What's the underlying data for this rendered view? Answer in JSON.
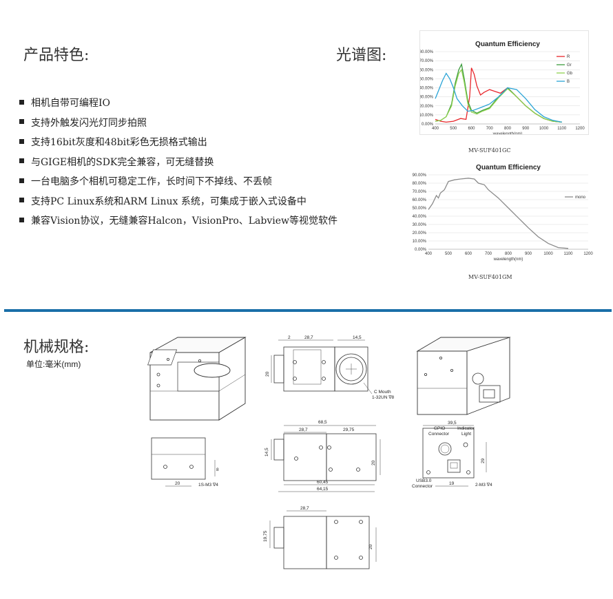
{
  "features": {
    "title": "产品特色:",
    "items": [
      "相机自带可编程IO",
      "支持外触发闪光灯同步拍照",
      "支持16bit灰度和48bit彩色无损格式输出",
      "与GIGE相机的SDK完全兼容，可无缝替换",
      "一台电脑多个相机可稳定工作，长时间下不掉线、不丢帧",
      "支持PC Linux系统和ARM Linux 系统，可集成于嵌入式设备中",
      "兼容Vision协议，无缝兼容Halcon，VisionPro、Labview等视觉软件"
    ]
  },
  "spectrum": {
    "title": "光谱图:"
  },
  "chart_data": [
    {
      "type": "line",
      "title": "Quantum Efficiency",
      "xlabel": "wavelength(nm)",
      "ylabel": "",
      "xlim": [
        400,
        1200
      ],
      "ylim": [
        0,
        80
      ],
      "x_ticks": [
        "400",
        "500",
        "600",
        "700",
        "800",
        "900",
        "1000",
        "1100",
        "1200"
      ],
      "y_ticks": [
        "0.00%",
        "10.00%",
        "20.00%",
        "30.00%",
        "40.00%",
        "50.00%",
        "60.00%",
        "70.00%",
        "80.00%"
      ],
      "legend_position": "right",
      "series": [
        {
          "name": "R",
          "color": "#e8262b",
          "x": [
            400,
            430,
            460,
            500,
            540,
            570,
            590,
            600,
            615,
            630,
            650,
            670,
            700,
            730,
            760,
            800,
            850,
            900,
            950,
            1000,
            1050,
            1100
          ],
          "y": [
            5,
            3,
            2,
            3,
            6,
            5,
            30,
            62,
            55,
            42,
            32,
            35,
            38,
            36,
            34,
            40,
            30,
            20,
            12,
            6,
            3,
            2
          ]
        },
        {
          "name": "Gr",
          "color": "#3a9b3c",
          "x": [
            400,
            430,
            460,
            490,
            510,
            530,
            545,
            560,
            580,
            600,
            630,
            660,
            700,
            750,
            800,
            850,
            900,
            950,
            1000,
            1050,
            1100
          ],
          "y": [
            3,
            4,
            8,
            22,
            45,
            60,
            66,
            50,
            25,
            15,
            12,
            15,
            18,
            30,
            40,
            30,
            20,
            12,
            6,
            3,
            2
          ]
        },
        {
          "name": "Gb",
          "color": "#8fd14f",
          "x": [
            400,
            430,
            460,
            490,
            510,
            530,
            545,
            560,
            580,
            600,
            630,
            660,
            700,
            750,
            800,
            850,
            900,
            950,
            1000,
            1050,
            1100
          ],
          "y": [
            3,
            4,
            8,
            20,
            42,
            56,
            60,
            46,
            22,
            13,
            11,
            14,
            17,
            29,
            39,
            30,
            20,
            12,
            6,
            3,
            2
          ]
        },
        {
          "name": "B",
          "color": "#29a3d6",
          "x": [
            400,
            420,
            440,
            460,
            480,
            500,
            520,
            550,
            580,
            610,
            650,
            700,
            750,
            800,
            850,
            900,
            950,
            1000,
            1050,
            1100
          ],
          "y": [
            28,
            38,
            48,
            56,
            50,
            40,
            28,
            20,
            14,
            15,
            18,
            22,
            30,
            40,
            38,
            28,
            16,
            8,
            4,
            2
          ]
        }
      ]
    },
    {
      "type": "line",
      "title": "Quantum Efficiency",
      "xlabel": "wavelength(nm)",
      "ylabel": "",
      "xlim": [
        400,
        1200
      ],
      "ylim": [
        0,
        90
      ],
      "x_ticks": [
        "400",
        "500",
        "600",
        "700",
        "800",
        "900",
        "1000",
        "1100",
        "1200"
      ],
      "y_ticks": [
        "0.00%",
        "10.00%",
        "20.00%",
        "30.00%",
        "40.00%",
        "50.00%",
        "60.00%",
        "70.00%",
        "80.00%",
        "90.00%"
      ],
      "legend_position": "right",
      "series": [
        {
          "name": "mono",
          "color": "#8a8a8a",
          "x": [
            400,
            420,
            440,
            450,
            460,
            480,
            500,
            530,
            560,
            600,
            630,
            650,
            680,
            700,
            750,
            800,
            850,
            900,
            950,
            1000,
            1050,
            1100
          ],
          "y": [
            48,
            55,
            65,
            62,
            68,
            72,
            82,
            84,
            85,
            86,
            85,
            80,
            78,
            72,
            62,
            50,
            38,
            26,
            15,
            7,
            2,
            1
          ]
        }
      ]
    }
  ],
  "models": {
    "color_model": "MV-SUF401GC",
    "mono_model": "MV-SUF401GM"
  },
  "mech": {
    "title": "机械规格:",
    "unit": "单位:毫米(mm)"
  },
  "dims": {
    "top_2": "2",
    "top_287": "28,7",
    "top_145": "14,5",
    "top_20": "20",
    "cmouth": "C Mouth",
    "cmouth_thread": "1-32UN ∇8",
    "mid_685": "68,5",
    "mid_287": "28,7",
    "mid_2975": "29,75",
    "mid_145": "14,5",
    "mid_20": "20",
    "mid_6045": "60,45",
    "mid_6415": "64,15",
    "bottom_view_20": "20",
    "bottom_view_8": "8",
    "bottom_view_thread": "1S-M3 ∇4",
    "back_395": "39,5",
    "back_gpio": "GPIO",
    "back_gpio2": "Connector",
    "back_ind": "Indicator",
    "back_ind2": "Light",
    "back_29": "29",
    "back_usb": "USB3.0",
    "back_usb2": "Connector",
    "back_19": "19",
    "back_thread": "2-M3 ∇4",
    "low_287": "28,7",
    "low_1975": "19,75",
    "low_20": "20"
  }
}
